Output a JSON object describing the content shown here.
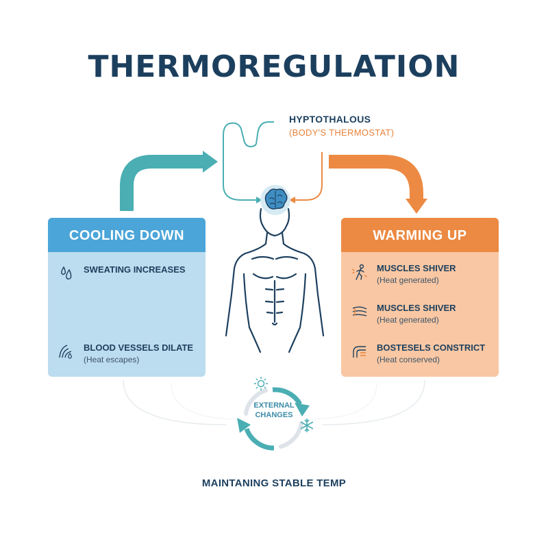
{
  "title": "THERMOREGULATION",
  "hypothalamus": {
    "title": "HYPTOTHALOUS",
    "subtitle": "(BODY'S THERMOSTAT)"
  },
  "cooling": {
    "header": "COOLING DOWN",
    "items": [
      {
        "icon": "water-drops-icon",
        "label": "SWEATING INCREASES",
        "sub": ""
      },
      {
        "icon": "blood-vessel-icon",
        "label": "BLOOD VESSELS DILATE",
        "sub": "(Heat escapes)"
      }
    ]
  },
  "warming": {
    "header": "WARMING UP",
    "items": [
      {
        "icon": "shivering-person-icon",
        "label": "MUSCLES SHIVER",
        "sub": "(Heat generated)"
      },
      {
        "icon": "muscle-fibers-icon",
        "label": "MUSCLES SHIVER",
        "sub": "(Heat generated)"
      },
      {
        "icon": "constricted-vessel-icon",
        "label": "BOSTESELS CONSTRICT",
        "sub": "(Heat conserved)"
      }
    ]
  },
  "cycle": {
    "label_line1": "EXTERNAL",
    "label_line2": "CHANGES",
    "icons": [
      "sun-icon",
      "snowflake-icon"
    ]
  },
  "footer": "MAINTANING STABLE TEMP",
  "colors": {
    "navy": "#1c3f5e",
    "teal": "#4aaeb3",
    "orange": "#ec8a43",
    "cool_panel": "#bcdcef",
    "cool_header": "#4ba5d8",
    "warm_panel": "#f9c7a3",
    "warm_header": "#ec8a43"
  }
}
